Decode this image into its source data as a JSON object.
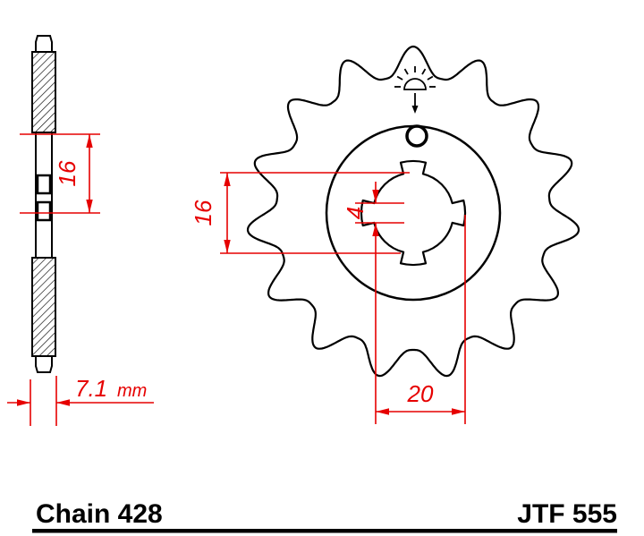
{
  "colors": {
    "dimension_red": "#e60000",
    "drawing_black": "#000000",
    "background": "#ffffff"
  },
  "footer": {
    "chain_label": "Chain 428",
    "part_number": "JTF 555"
  },
  "dimensions": {
    "side_bore_diameter": "16",
    "plate_thickness": "7.1",
    "plate_thickness_unit": "mm",
    "front_bore_diameter": "16",
    "spline_groove_width": "4",
    "spline_outer_diameter": "20"
  }
}
